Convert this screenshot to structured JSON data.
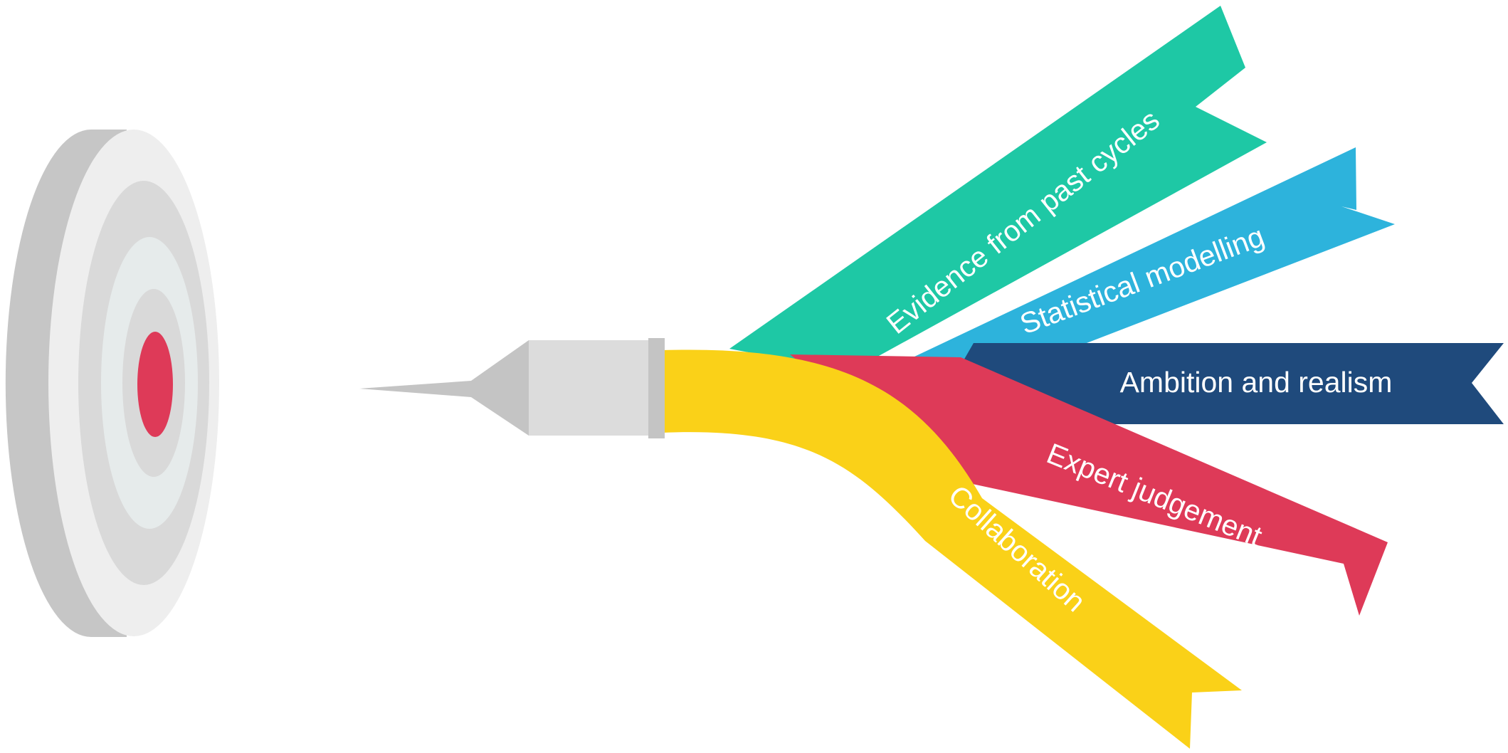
{
  "diagram": {
    "ribbons": [
      {
        "id": "evidence",
        "label": "Evidence from past cycles",
        "color": "#1ec8a5"
      },
      {
        "id": "statistical",
        "label": "Statistical modelling",
        "color": "#2db3dc"
      },
      {
        "id": "ambition",
        "label": "Ambition and realism",
        "color": "#1f4a7c"
      },
      {
        "id": "expert",
        "label": "Expert judgement",
        "color": "#de3a58"
      },
      {
        "id": "collaboration",
        "label": "Collaboration",
        "color": "#fad118"
      }
    ],
    "target": {
      "side_color": "#c6c6c6",
      "face_color": "#eeeeee",
      "ring_color": "#d9d9d9",
      "inner_color": "#e6ebeb",
      "bullseye_color": "#de3a58"
    },
    "dart": {
      "barrel_color": "#dcdcdc",
      "tip_color": "#c4c4c4"
    }
  }
}
